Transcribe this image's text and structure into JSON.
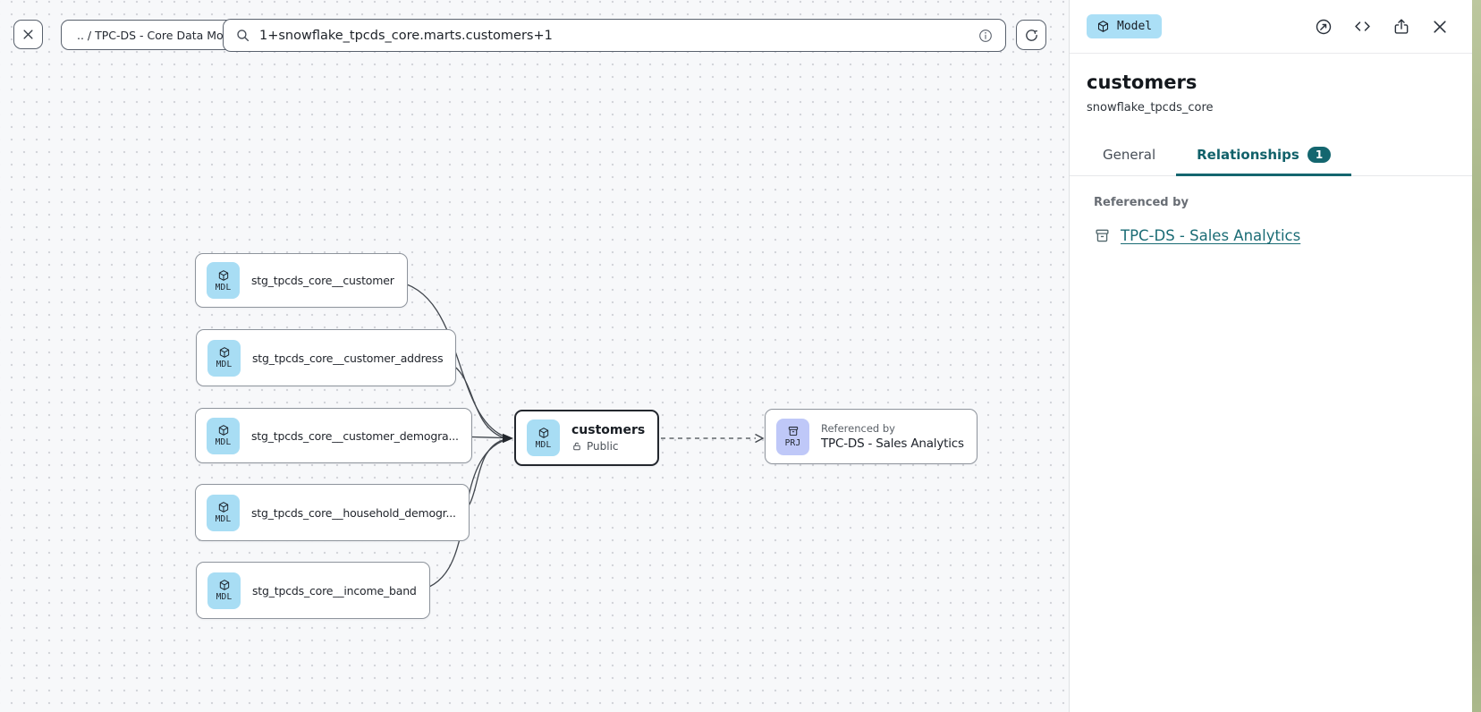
{
  "topbar": {
    "breadcrumb": ".. / TPC-DS - Core Data Models",
    "search": {
      "value": "1+snowflake_tpcds_core.marts.customers+1"
    }
  },
  "lineage": {
    "nodes": [
      {
        "badge": "MDL",
        "label": "stg_tpcds_core__customer"
      },
      {
        "badge": "MDL",
        "label": "stg_tpcds_core__customer_address"
      },
      {
        "badge": "MDL",
        "label": "stg_tpcds_core__customer_demogra..."
      },
      {
        "badge": "MDL",
        "label": "stg_tpcds_core__household_demogr..."
      },
      {
        "badge": "MDL",
        "label": "stg_tpcds_core__income_band"
      }
    ],
    "center": {
      "badge": "MDL",
      "title": "customers",
      "visibility": "Public"
    },
    "reference": {
      "badge": "PRJ",
      "caption": "Referenced by",
      "label": "TPC-DS - Sales Analytics"
    }
  },
  "panel": {
    "type_badge": "Model",
    "title": "customers",
    "subtitle": "snowflake_tpcds_core",
    "tabs": [
      {
        "label": "General"
      },
      {
        "label": "Relationships",
        "badge": "1"
      }
    ],
    "referenced_by": {
      "heading": "Referenced by",
      "link": "TPC-DS - Sales Analytics"
    }
  },
  "icons": {
    "close-icon": "✕",
    "search-icon": "magnifier",
    "info-icon": "ⓘ",
    "refresh-icon": "⟳",
    "cube-icon": "isometric cube outline",
    "archive-icon": "box with lid",
    "lock-open-icon": "open padlock",
    "compass-icon": "explore compass",
    "code-icon": "</>",
    "share-icon": "box with up arrow",
    "chevron-arrow": "lineage arrowheads"
  },
  "colors": {
    "accent_teal": "#14666f",
    "model_blue": "#a8ddf4",
    "project_lavender": "#bfc8f8",
    "canvas_bg": "#f7f8fa",
    "edge": "#42474e"
  }
}
